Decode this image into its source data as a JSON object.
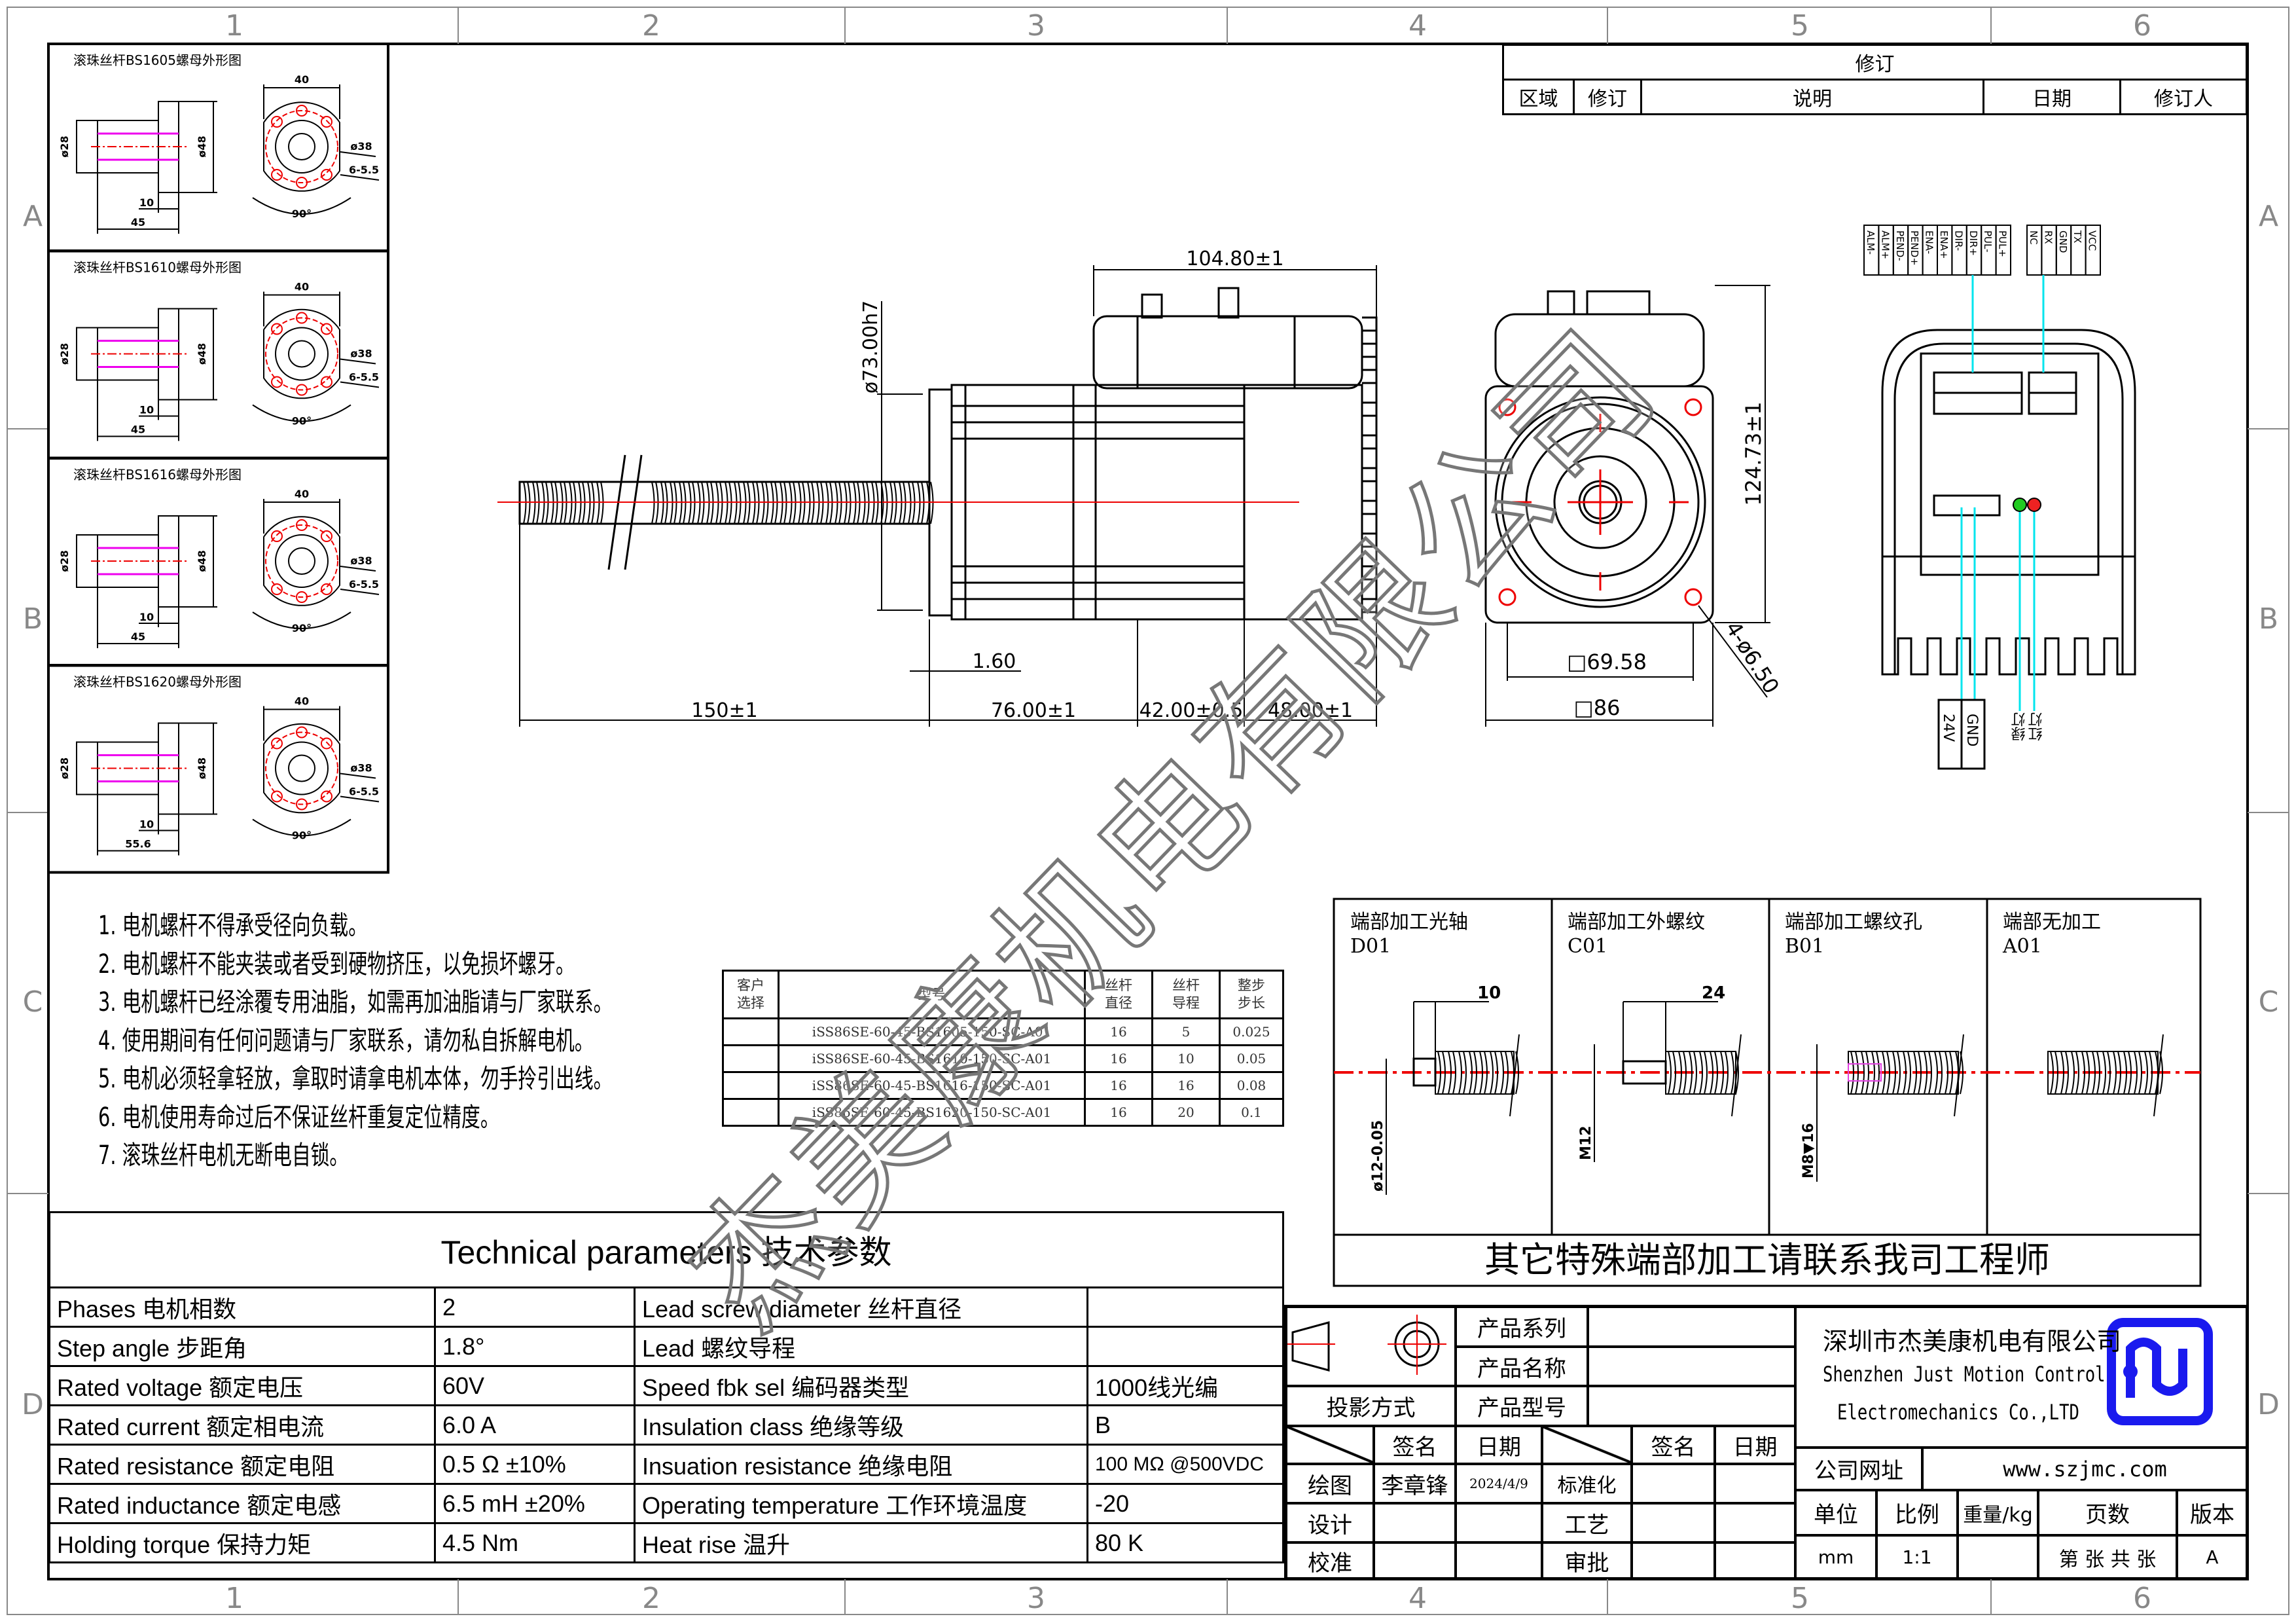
{
  "frame": {
    "columns": [
      "1",
      "2",
      "3",
      "4",
      "5",
      "6"
    ],
    "rows": [
      "A",
      "B",
      "C",
      "D"
    ]
  },
  "revision_table": {
    "title": "修订",
    "headers": [
      "区域",
      "修订",
      "说明",
      "日期",
      "修订人"
    ]
  },
  "nut_drawings": [
    {
      "title": "滚珠丝杆BS1605螺母外形图",
      "width": "40",
      "d_small": "ø28",
      "d_large": "ø48",
      "pcd": "ø38",
      "holes": "6-5.5",
      "flange": "10",
      "length": "45",
      "angle": "90°"
    },
    {
      "title": "滚珠丝杆BS1610螺母外形图",
      "width": "40",
      "d_small": "ø28",
      "d_large": "ø48",
      "pcd": "ø38",
      "holes": "6-5.5",
      "flange": "10",
      "length": "45",
      "angle": "90°"
    },
    {
      "title": "滚珠丝杆BS1616螺母外形图",
      "width": "40",
      "d_small": "ø28",
      "d_large": "ø48",
      "pcd": "ø38",
      "holes": "6-5.5",
      "flange": "10",
      "length": "45",
      "angle": "90°"
    },
    {
      "title": "滚珠丝杆BS1620螺母外形图",
      "width": "40",
      "d_small": "ø28",
      "d_large": "ø48",
      "pcd": "ø38",
      "holes": "6-5.5",
      "flange": "10",
      "length": "55.6",
      "angle": "90°"
    }
  ],
  "side_view": {
    "dim_total_box": "104.80±1",
    "dim_pilot": "ø73.00h7",
    "dim_pilot_step": "1.60",
    "dim_screw": "150±1",
    "dim_body": "76.00±1",
    "dim_encoder": "42.00±0.5",
    "dim_driver": "48.00±1"
  },
  "front_view": {
    "dim_height": "124.73±1",
    "dim_bolt_square": "□69.58",
    "dim_square": "□86",
    "dim_holes": "4-ø6.50"
  },
  "connector_view": {
    "signal_pins": [
      "ALM-",
      "ALM+",
      "PEND-",
      "PEND+",
      "ENA-",
      "ENA+",
      "DIR-",
      "DIR+",
      "PUL-",
      "PUL+"
    ],
    "comm_pins": [
      "NC",
      "RX",
      "GND",
      "TX",
      "VCC"
    ],
    "power_labels": [
      "24V",
      "GND"
    ],
    "led_labels": [
      "绿灯",
      "红灯"
    ],
    "led_colors": {
      "green": "#22cc22",
      "red": "#ee2222"
    },
    "wire_color": "#00e5ee"
  },
  "notes": [
    "1.  电机螺杆不得承受径向负载。",
    "2.  电机螺杆不能夹装或者受到硬物挤压，以免损坏螺牙。",
    "3.  电机螺杆已经涂覆专用油脂，如需再加油脂请与厂家联系。",
    "4.  使用期间有任何问题请与厂家联系，请勿私自拆解电机。",
    "5.  电机必须轻拿轻放，拿取时请拿电机本体，勿手拎引出线。",
    "6.  电机使用寿命过后不保证丝杆重复定位精度。",
    "7.  滚珠丝杆电机无断电自锁。"
  ],
  "model_table": {
    "headers": [
      "客户\n选择",
      "型号",
      "丝杆\n直径",
      "丝杆\n导程",
      "整步\n步长"
    ],
    "rows": [
      [
        "",
        "iSS86SE-60-45-BS1605-150-SC-A01",
        "16",
        "5",
        "0.025"
      ],
      [
        "",
        "iSS86SE-60-45-BS1610-150-SC-A01",
        "16",
        "10",
        "0.05"
      ],
      [
        "",
        "iSS86SE-60-45-BS1616-150-SC-A01",
        "16",
        "16",
        "0.08"
      ],
      [
        "",
        "iSS86SE-60-45-BS1620-150-SC-A01",
        "16",
        "20",
        "0.1"
      ]
    ]
  },
  "end_processing": {
    "options": [
      {
        "title": "端部加工光轴",
        "code": "D01",
        "dim_length": "10",
        "dim_diameter": "ø12-0.05"
      },
      {
        "title": "端部加工外螺纹",
        "code": "C01",
        "dim_length": "24",
        "dim_diameter": "M12"
      },
      {
        "title": "端部加工螺纹孔",
        "code": "B01",
        "dim_diameter": "M8▼16"
      },
      {
        "title": "端部无加工",
        "code": "A01"
      }
    ],
    "footer": "其它特殊端部加工请联系我司工程师"
  },
  "tech_params": {
    "title": "Technical parameters 技术参数",
    "rows": [
      [
        "Phases 电机相数",
        "2",
        "Lead screw diameter 丝杆直径",
        ""
      ],
      [
        "Step angle 步距角",
        "1.8°",
        "Lead 螺纹导程",
        ""
      ],
      [
        "Rated voltage 额定电压",
        "60V",
        "Speed fbk sel  编码器类型",
        "1000线光编"
      ],
      [
        "Rated current 额定相电流",
        "6.0 A",
        "Insulation class 绝缘等级",
        "B"
      ],
      [
        "Rated resistance 额定电阻",
        "0.5 Ω  ±10%",
        "Insuation resistance 绝缘电阻",
        "100 MΩ @500VDC"
      ],
      [
        "Rated inductance 额定电感",
        "6.5 mH ±20%",
        "Operating temperature 工作环境温度",
        "-20"
      ],
      [
        "Holding torque 保持力矩",
        "4.5 Nm",
        "Heat rise 温升",
        "80 K"
      ]
    ]
  },
  "title_block": {
    "product_series_label": "产品系列",
    "product_name_label": "产品名称",
    "projection_label": "投影方式",
    "product_model_label": "产品型号",
    "sign_label": "签名",
    "date_label": "日期",
    "drawn_label": "绘图",
    "drawn_by": "李章锋",
    "drawn_date": "2024/4/9",
    "standard_label": "标准化",
    "design_label": "设计",
    "process_label": "工艺",
    "check_label": "校准",
    "approve_label": "审批",
    "company_cn": "深圳市杰美康机电有限公司",
    "company_en_1": "Shenzhen Just Motion Control",
    "company_en_2": "Electromechanics Co.,LTD",
    "website_label": "公司网址",
    "website": "www.szjmc.com",
    "unit_label": "单位",
    "scale_label": "比例",
    "weight_label": "重量/kg",
    "pages_label": "页数",
    "version_label": "版本",
    "unit": "mm",
    "scale": "1:1",
    "weight": "",
    "pages": "第 张 共 张",
    "version": "A",
    "logo_color": "#1a1aee",
    "logo_text": "JM"
  },
  "watermark": "杰美康机电有限公司"
}
